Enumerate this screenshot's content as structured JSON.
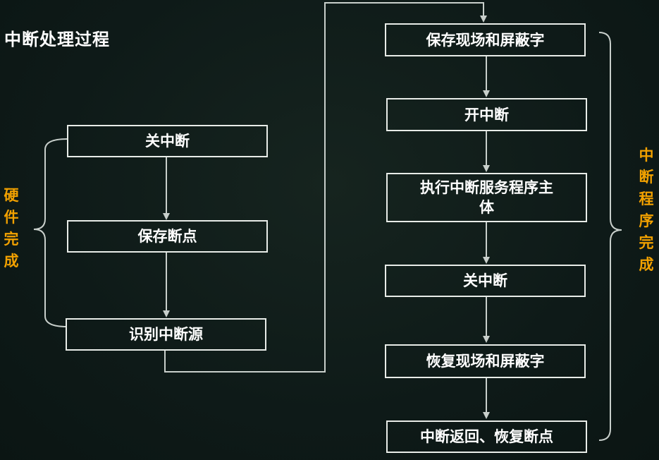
{
  "title": "中断处理过程",
  "hardware_group": {
    "label": "硬件完成",
    "steps": [
      "关中断",
      "保存断点",
      "识别中断源"
    ]
  },
  "program_group": {
    "label": "中断程序完成",
    "steps": [
      "保存现场和屏蔽字",
      "开中断",
      "执行中断服务程序主体",
      "关中断",
      "恢复现场和屏蔽字",
      "中断返回、恢复断点"
    ]
  },
  "colors": {
    "background": "#0f1c1a",
    "box_border": "#e8ece8",
    "text": "#ffffff",
    "accent_label": "#f2a100",
    "line": "#c8cfcb"
  }
}
